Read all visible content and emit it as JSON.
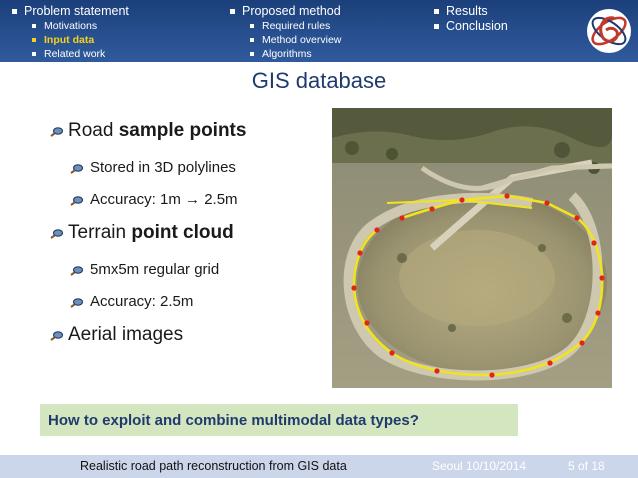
{
  "nav": {
    "col1": {
      "main": "Problem statement",
      "subs": [
        "Motivations",
        "Input data",
        "Related work"
      ]
    },
    "col2": {
      "main": "Proposed method",
      "subs": [
        "Required rules",
        "Method overview",
        "Algorithms"
      ]
    },
    "col3": {
      "items": [
        "Results",
        "Conclusion"
      ]
    },
    "active_color": "#f6d21a"
  },
  "title": "GIS database",
  "bullets": {
    "road": {
      "text": "Road ",
      "bold": "sample points"
    },
    "stored": "Stored in 3D polylines",
    "accuracy1": "Accuracy: 1m → 2.5m",
    "terrain": {
      "text": "Terrain ",
      "bold": "point cloud"
    },
    "grid": "5mx5m regular grid",
    "accuracy2": "Accuracy: 2.5m",
    "aerial": "Aerial images",
    "icon": "magnifier-icon"
  },
  "callout": "How to exploit and combine multimodal data types?",
  "footer": {
    "title": "Realistic road path reconstruction from GIS data",
    "event": "Seoul 10/10/2014",
    "page": "5 of 18"
  },
  "colors": {
    "nav_bg": "#284f8f",
    "title": "#1f3b6e",
    "callout_bg": "#d4e6bf",
    "footer_bg": "#ccd6ea"
  }
}
